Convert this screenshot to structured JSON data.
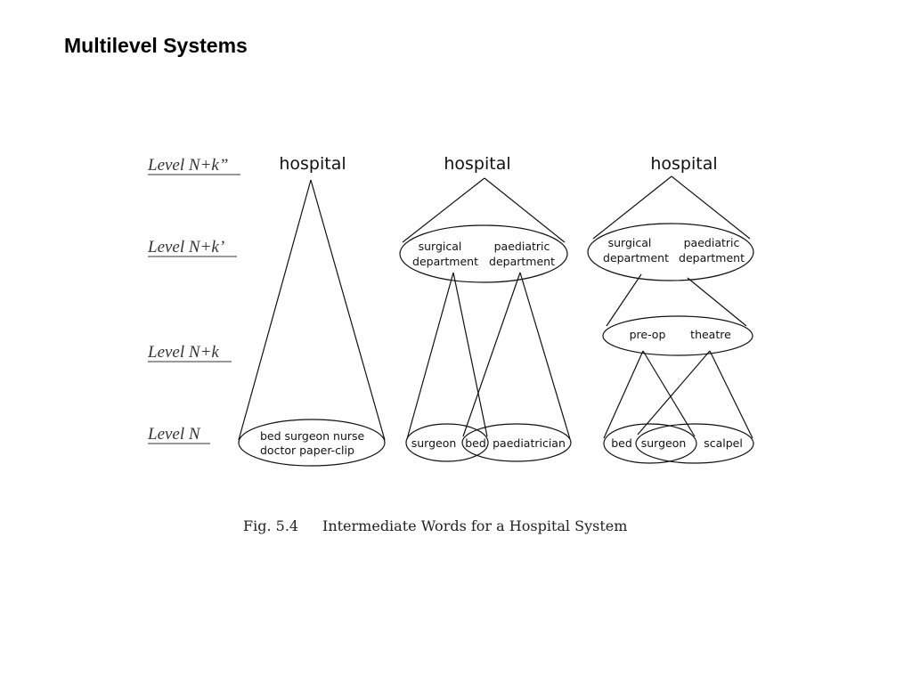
{
  "slide": {
    "title": "Multilevel Systems"
  },
  "levels": [
    "Level N+k”",
    "Level N+k’",
    "Level N+k",
    "Level N"
  ],
  "diagram_left": {
    "top": "hospital",
    "bottom_line1": "bed surgeon nurse",
    "bottom_line2": "doctor paper-clip"
  },
  "diagram_middle": {
    "top": "hospital",
    "dept_surgical_1": "surgical",
    "dept_surgical_2": "department",
    "dept_paed_1": "paediatric",
    "dept_paed_2": "department",
    "bottom_surgeon": "surgeon",
    "bottom_bed": "bed",
    "bottom_paed": "paediatrician"
  },
  "diagram_right": {
    "top": "hospital",
    "dept_surgical_1": "surgical",
    "dept_surgical_2": "department",
    "dept_paed_1": "paediatric",
    "dept_paed_2": "department",
    "mid_preop": "pre-op",
    "mid_theatre": "theatre",
    "bottom_bed": "bed",
    "bottom_surgeon": "surgeon",
    "bottom_scalpel": "scalpel"
  },
  "caption": {
    "fig": "Fig. 5.4",
    "text": "Intermediate Words for a Hospital System"
  }
}
